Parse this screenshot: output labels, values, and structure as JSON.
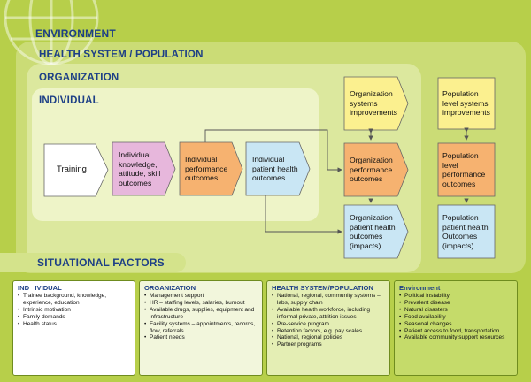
{
  "layers": {
    "environment": "ENVIRONMENT",
    "health_system": "HEALTH SYSTEM / POPULATION",
    "organization": "ORGANIZATION",
    "individual": "INDIVIDUAL",
    "situational": "SITUATIONAL FACTORS"
  },
  "flow": {
    "training": "Training",
    "knowledge": "Individual knowledge, attitude, skill outcomes",
    "performance": "Individual performance outcomes",
    "patient_health": "Individual patient health outcomes",
    "org_improvements": "Organization systems improvements",
    "org_performance": "Organization performance outcomes",
    "org_patient": "Organization patient health outcomes (impacts)",
    "pop_improvements": "Population level systems improvements",
    "pop_performance": "Population level performance outcomes",
    "pop_patient": "Population patient health Outcomes (impacts)"
  },
  "factors": {
    "individual": {
      "title": "IND   IVIDUAL",
      "items": [
        "Trainee background, knowledge, experience, education",
        "Intrinsic motivation",
        "Family demands",
        "Health status"
      ]
    },
    "organization": {
      "title": "ORGANIZATION",
      "items": [
        "Management support",
        "HR – staffing levels, salaries, burnout",
        "Available drugs, supplies, equipment and infrastructure",
        "Facility systems – appointments, records, flow, referrals",
        "Patient  needs"
      ]
    },
    "health_system": {
      "title": "HEALTH SYSTEM/POPULATION",
      "items": [
        "National, regional, community systems – labs, supply chain",
        "Available health workforce, including informal private, attrition issues",
        "Pre-service program",
        "Retention factors, e.g. pay scales",
        "National, regional policies",
        "Partner programs"
      ]
    },
    "environment": {
      "title": "Environment",
      "items": [
        "Political instability",
        "Prevalent disease",
        "Natural disasters",
        "Food availability",
        "Seasonal changes",
        "Patient access to food, transportation",
        "Available community support resources"
      ]
    }
  },
  "colors": {
    "training": "#ffffff",
    "knowledge": "#e7b7dc",
    "performance": "#f6b270",
    "patient_health": "#c9e6f4",
    "improvements": "#fbf08f",
    "org_performance": "#f6b270",
    "org_patient": "#c9e6f4"
  }
}
